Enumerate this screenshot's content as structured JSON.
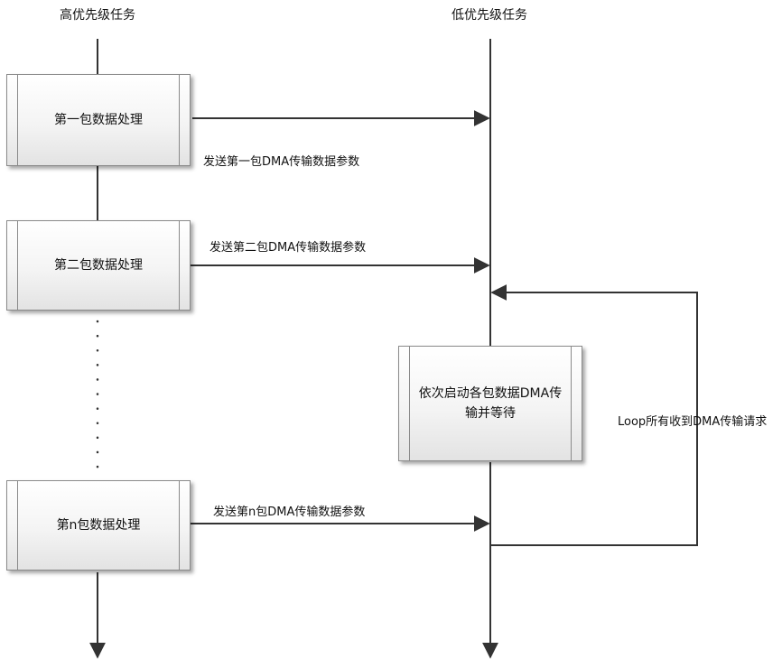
{
  "lanes": {
    "high": "高优先级任务",
    "low": "低优先级任务"
  },
  "processes": {
    "p1": "第一包数据处理",
    "p2": "第二包数据处理",
    "pn": "第n包数据处理",
    "dma": "依次启动各包数据DMA传输并等待"
  },
  "messages": {
    "m1": "发送第一包DMA传输数据参数",
    "m2": "发送第二包DMA传输数据参数",
    "mn": "发送第n包DMA传输数据参数",
    "loop": "Loop所有收到DMA传输请求"
  }
}
